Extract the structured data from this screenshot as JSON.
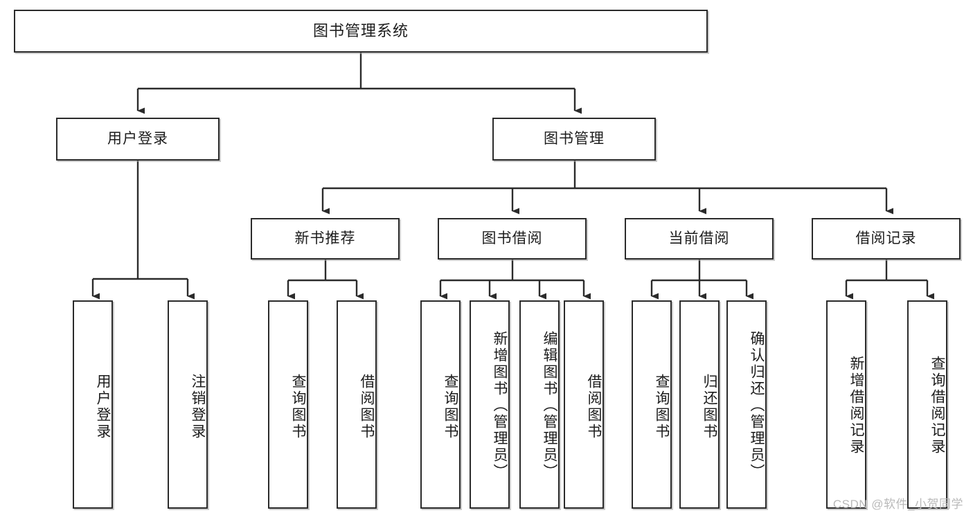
{
  "diagram": {
    "type": "tree-hierarchy",
    "title": "图书管理系统",
    "watermark": "CSDN @软件_小贺同学",
    "colors": {
      "stroke": "#2b2b2b",
      "fill": "#ffffff",
      "text": "#1c1c1c",
      "watermark": "#b9b9b9"
    },
    "levels": {
      "root": {
        "label": "图书管理系统"
      },
      "level2": [
        {
          "label": "用户登录"
        },
        {
          "label": "图书管理"
        }
      ],
      "level3": [
        {
          "label": "新书推荐"
        },
        {
          "label": "图书借阅"
        },
        {
          "label": "当前借阅"
        },
        {
          "label": "借阅记录"
        }
      ],
      "leaves": {
        "user_login": [
          {
            "label": "用户登录"
          },
          {
            "label": "注销登录"
          }
        ],
        "new_book_recommend": [
          {
            "label": "查询图书"
          },
          {
            "label": "借阅图书"
          }
        ],
        "book_borrow": [
          {
            "label": "查询图书"
          },
          {
            "label": "新增图书（管理员）"
          },
          {
            "label": "编辑图书（管理员）"
          },
          {
            "label": "借阅图书"
          }
        ],
        "current_borrow": [
          {
            "label": "查询图书"
          },
          {
            "label": "归还图书"
          },
          {
            "label": "确认归还（管理员）"
          }
        ],
        "borrow_record": [
          {
            "label": "新增借阅记录"
          },
          {
            "label": "查询借阅记录"
          }
        ]
      }
    }
  }
}
